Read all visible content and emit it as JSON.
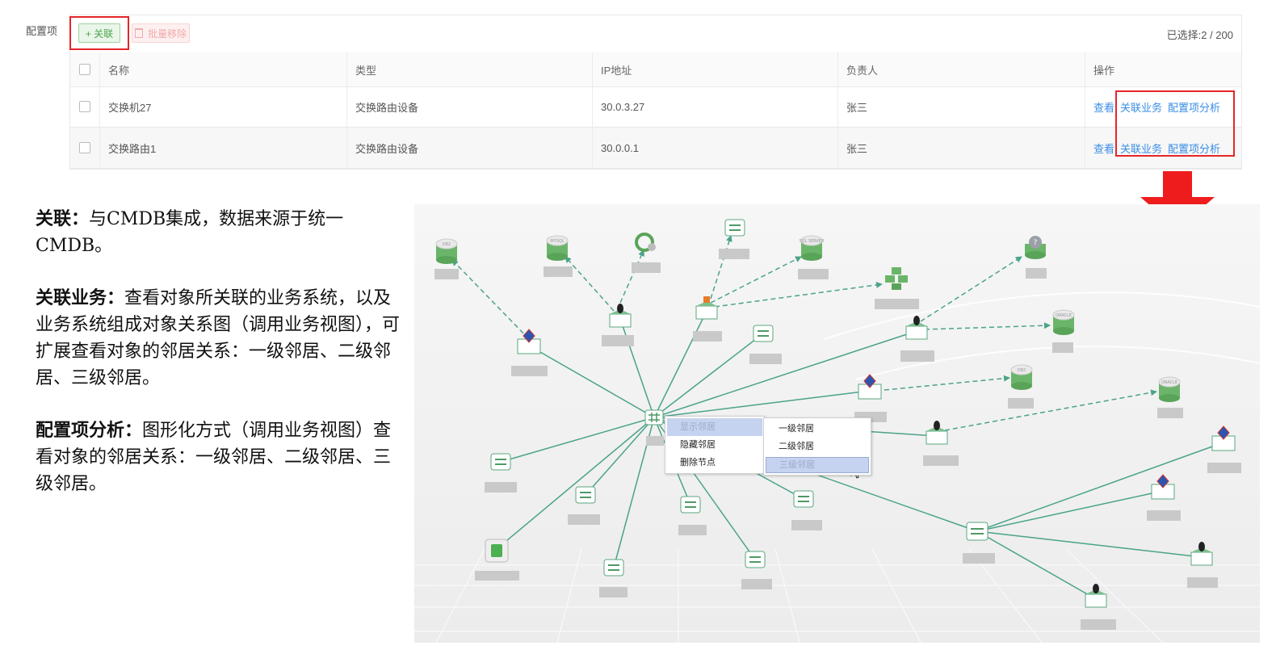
{
  "config": {
    "field_label": "配置项",
    "add_button": "关联",
    "add_icon": "+",
    "remove_button": "批量移除",
    "selected_count": "已选择:2 / 200"
  },
  "table": {
    "columns": [
      "名称",
      "类型",
      "IP地址",
      "负责人",
      "操作"
    ],
    "rows": [
      {
        "name": "交换机27",
        "type": "交换路由设备",
        "ip": "30.0.3.27",
        "owner": "张三"
      },
      {
        "name": "交换路由1",
        "type": "交换路由设备",
        "ip": "30.0.0.1",
        "owner": "张三"
      }
    ],
    "actions": [
      "查看",
      "关联业务",
      "配置项分析"
    ]
  },
  "description": {
    "p1_term": "关联：",
    "p1_text": "与CMDB集成，数据来源于统一CMDB。",
    "p2_term": "关联业务：",
    "p2_text": "查看对象所关联的业务系统，以及业务系统组成对象关系图（调用业务视图），可扩展查看对象的邻居关系：一级邻居、二级邻居、三级邻居。",
    "p3_term": "配置项分析：",
    "p3_text": "图形化方式（调用业务视图）查看对象的邻居关系：一级邻居、二级邻居、三级邻居。"
  },
  "topology": {
    "context_menu": [
      "显示邻居",
      "隐藏邻居",
      "删除节点"
    ],
    "submenu": [
      "一级邻居",
      "二级邻居",
      "三级邻居"
    ],
    "db_labels": {
      "db2": "DB2",
      "mysql": "MYSQL",
      "sql": "SQL SERVER",
      "oracle": "ORACLE"
    },
    "unknown_label": "?"
  },
  "colors": {
    "accent_green": "#4aa54a",
    "link_blue": "#3a8ee6",
    "highlight_red": "#e5262a",
    "edge": "#4aa38a"
  }
}
